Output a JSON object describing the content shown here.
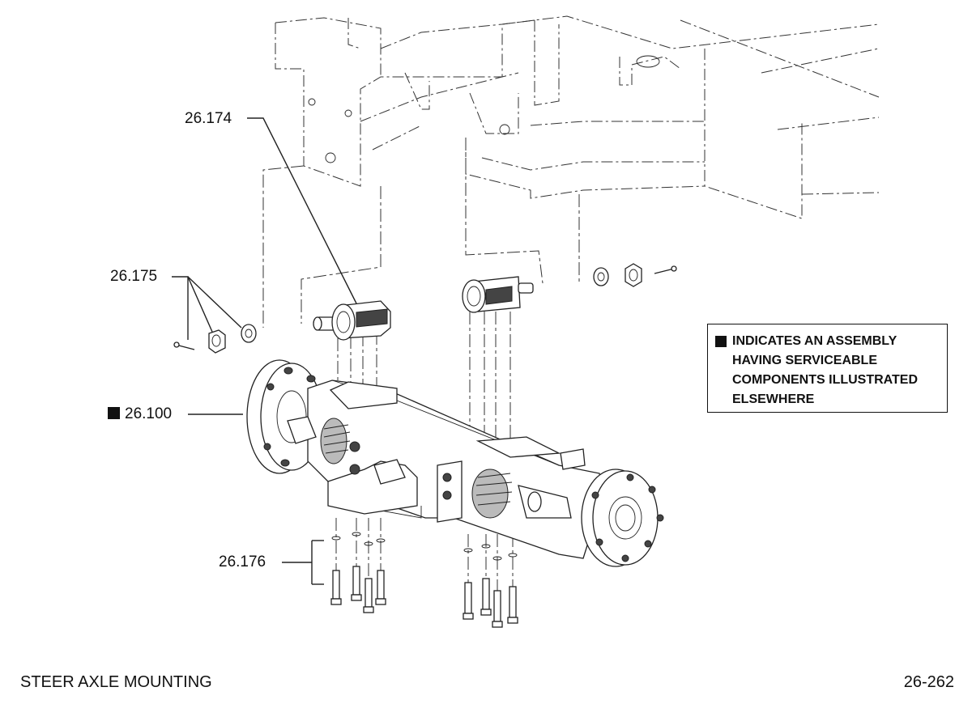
{
  "callouts": {
    "c174": "26.174",
    "c175": "26.175",
    "c100": "26.100",
    "c176": "26.176"
  },
  "note": {
    "text": "INDICATES AN ASSEMBLY\nHAVING SERVICEABLE\nCOMPONENTS ILLUSTRATED\nELSEWHERE"
  },
  "footer": {
    "title": "STEER AXLE MOUNTING",
    "page": "26-262"
  }
}
